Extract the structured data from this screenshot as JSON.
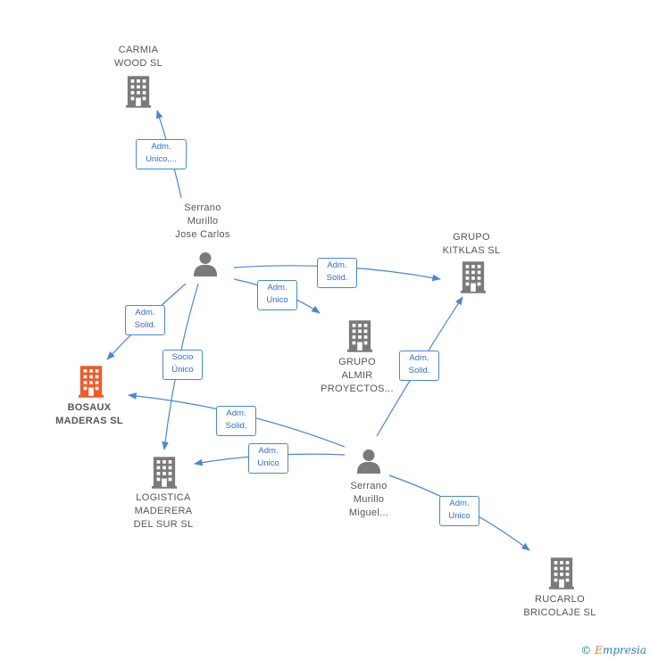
{
  "colors": {
    "edge": "#4a86d4",
    "node": "#7a7a7a",
    "highlight": "#f05a28"
  },
  "nodes": {
    "carmia": {
      "type": "company",
      "lines": [
        "CARMIA",
        "WOOD  SL"
      ]
    },
    "jose": {
      "type": "person",
      "lines": [
        "Serrano",
        "Murillo",
        "Jose Carlos"
      ]
    },
    "kitklas": {
      "type": "company",
      "lines": [
        "GRUPO",
        "KITKLAS  SL"
      ]
    },
    "almir": {
      "type": "company",
      "lines": [
        "GRUPO",
        "ALMIR",
        "PROYECTOS..."
      ]
    },
    "bosaux": {
      "type": "company",
      "highlight": true,
      "lines": [
        "BOSAUX",
        "MADERAS  SL"
      ]
    },
    "logistica": {
      "type": "company",
      "lines": [
        "LOGISTICA",
        "MADERERA",
        "DEL SUR  SL"
      ]
    },
    "miguel": {
      "type": "person",
      "lines": [
        "Serrano",
        "Murillo",
        "Miguel..."
      ]
    },
    "rucarlo": {
      "type": "company",
      "lines": [
        "RUCARLO",
        "BRICOLAJE  SL"
      ]
    }
  },
  "edge_labels": {
    "jose_carmia": [
      "Adm.",
      "Unico,..."
    ],
    "jose_kitklas": [
      "Adm.",
      "Solid."
    ],
    "jose_almir": [
      "Adm.",
      "Unico"
    ],
    "jose_bosaux": [
      "Adm.",
      "Solid."
    ],
    "jose_logistica": [
      "Socio",
      "Único"
    ],
    "miguel_bosaux": [
      "Adm.",
      "Solid."
    ],
    "miguel_kitklas": [
      "Adm.",
      "Solid."
    ],
    "miguel_logistica": [
      "Adm.",
      "Unico"
    ],
    "miguel_rucarlo": [
      "Adm.",
      "Unico"
    ]
  },
  "footer": {
    "copyright": "©",
    "brand_initial": "E",
    "brand_rest": "mpresia"
  }
}
